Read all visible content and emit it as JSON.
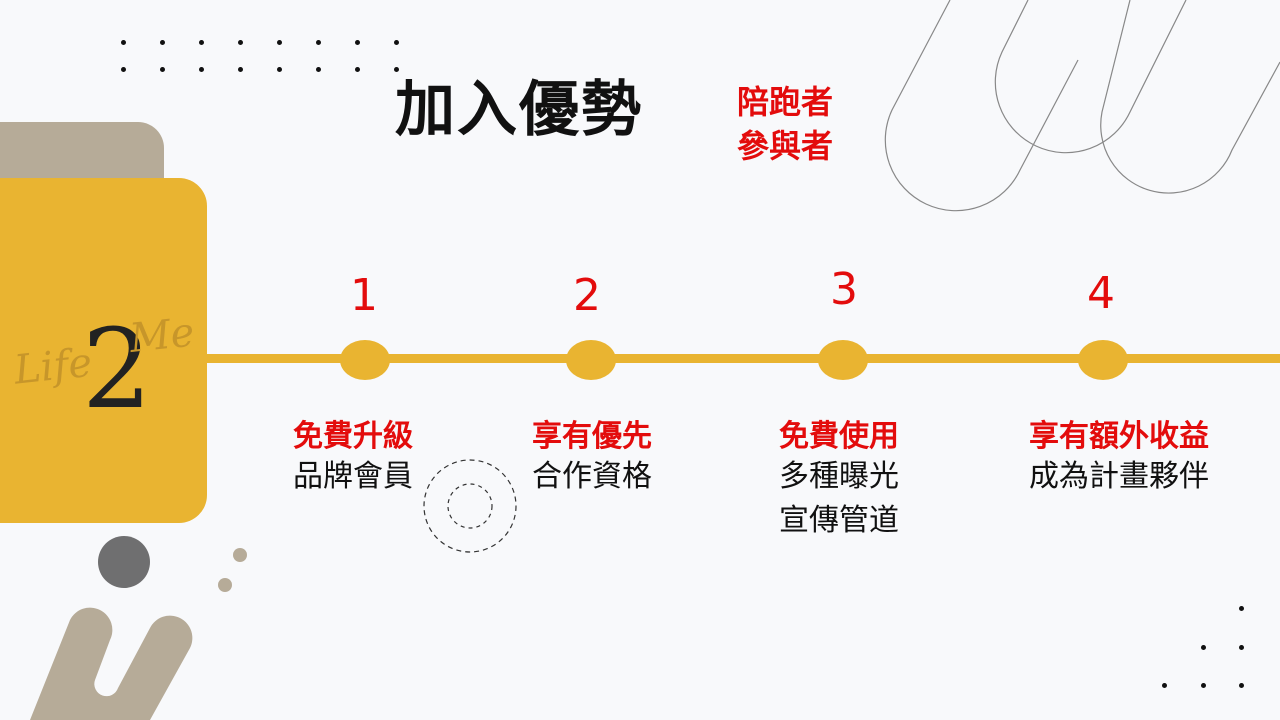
{
  "slide": {
    "title": "加入優勢",
    "subtitle_line1": "陪跑者",
    "subtitle_line2": "參與者"
  },
  "brand": {
    "logo_text": "Life2Me",
    "logo_left": "Life",
    "logo_number": "2",
    "logo_right": "Me"
  },
  "steps": [
    {
      "number": "1",
      "headline": "免費升級",
      "detail_lines": [
        "品牌會員"
      ]
    },
    {
      "number": "2",
      "headline": "享有優先",
      "detail_lines": [
        "合作資格"
      ]
    },
    {
      "number": "3",
      "headline": "免費使用",
      "detail_lines": [
        "多種曝光",
        "宣傳管道"
      ]
    },
    {
      "number": "4",
      "headline": "享有額外收益",
      "detail_lines": [
        "成為計畫夥伴"
      ]
    }
  ],
  "colors": {
    "accent_yellow": "#e9b431",
    "accent_red": "#e30c0c",
    "taupe": "#b6ab98",
    "dark_gray": "#6f6f70",
    "background": "#f8f9fb"
  }
}
